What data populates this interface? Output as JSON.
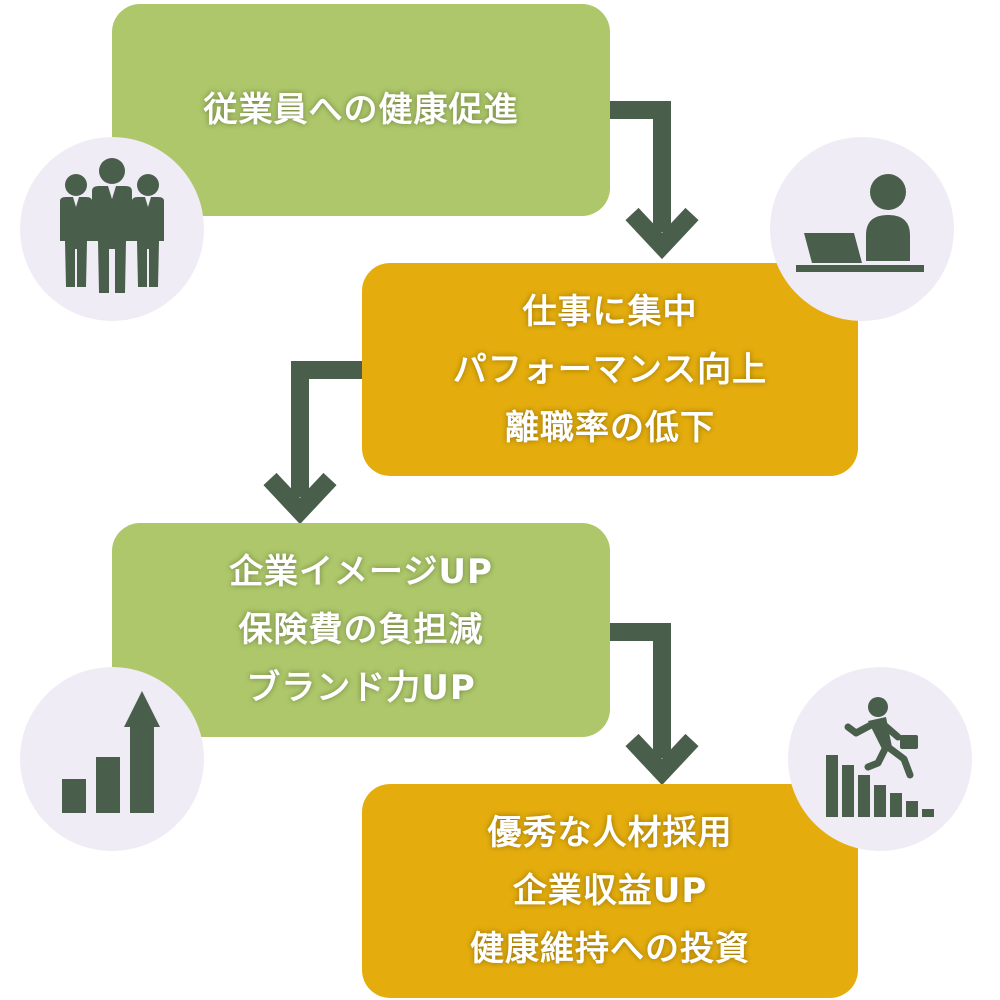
{
  "colors": {
    "green_box": "#adc76a",
    "gold_box": "#e4ad0d",
    "arrow": "#4a5f4b",
    "icon": "#4a5f4b",
    "circle": "#efecf6",
    "text": "#ffffff"
  },
  "steps": [
    {
      "lines": [
        "従業員への健康促進"
      ],
      "icon": "business-team-icon"
    },
    {
      "lines": [
        "仕事に集中",
        "パフォーマンス向上",
        "離職率の低下"
      ],
      "icon": "person-at-laptop-icon"
    },
    {
      "lines": [
        "企業イメージUP",
        "保険費の負担減",
        "ブランド力UP"
      ],
      "icon": "growth-bar-chart-icon"
    },
    {
      "lines": [
        "優秀な人材採用",
        "企業収益UP",
        "健康維持への投資"
      ],
      "icon": "climbing-stairs-icon"
    }
  ]
}
